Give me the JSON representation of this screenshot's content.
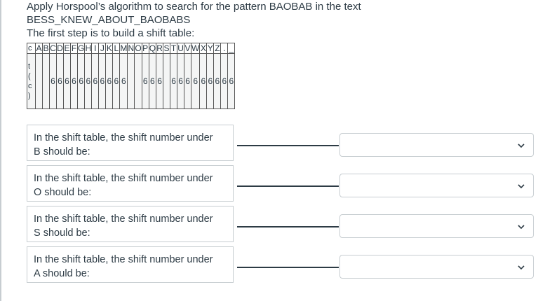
{
  "question": {
    "line1": "Apply Horspool’s algorithm to search for the pattern BAOBAB in the text",
    "line2": "BESS_KNEW_ABOUT_BAOBABS",
    "line3": "The first step is to build a shift table:"
  },
  "shift_table": {
    "row_label_chars": [
      "c",
      "t",
      "(",
      "c",
      ")"
    ],
    "headers": [
      "A",
      "B",
      "C",
      "D",
      "E",
      "F",
      "G",
      "H",
      "I",
      "J",
      "K",
      "L",
      "M",
      "N",
      "O",
      "P",
      "Q",
      "R",
      "S",
      "T",
      "U",
      "V",
      "W",
      "X",
      "Y",
      "Z",
      ".",
      "_"
    ],
    "values": [
      "",
      "",
      "6",
      "6",
      "6",
      "6",
      "6",
      "6",
      "6",
      "6",
      "6",
      "6",
      "6",
      "",
      "",
      "6",
      "6",
      "6",
      "",
      "6",
      "6",
      "6",
      "6",
      "6",
      "6",
      "6",
      "6",
      "6"
    ]
  },
  "prompts": [
    {
      "text": "In the shift table, the shift number under B should be:",
      "line1": "In the shift table, the shift number under",
      "line2": "B should be:",
      "selected": ""
    },
    {
      "text": "In the shift table, the shift number under O should be:",
      "line1": "In the shift table, the shift number under",
      "line2": "O should be:",
      "selected": ""
    },
    {
      "text": "In the shift table, the shift number under S should be:",
      "line1": "In the shift table, the shift number under",
      "line2": "S should be:",
      "selected": ""
    },
    {
      "text": "In the shift table, the shift number under A should be:",
      "line1": "In the shift table, the shift number under",
      "line2": "A should be:",
      "selected": ""
    }
  ],
  "icons": {
    "dropdown": "chevron-down-icon"
  },
  "colors": {
    "text": "#2d3b45",
    "border": "#c7cdd1",
    "connector": "#2d3b45"
  }
}
